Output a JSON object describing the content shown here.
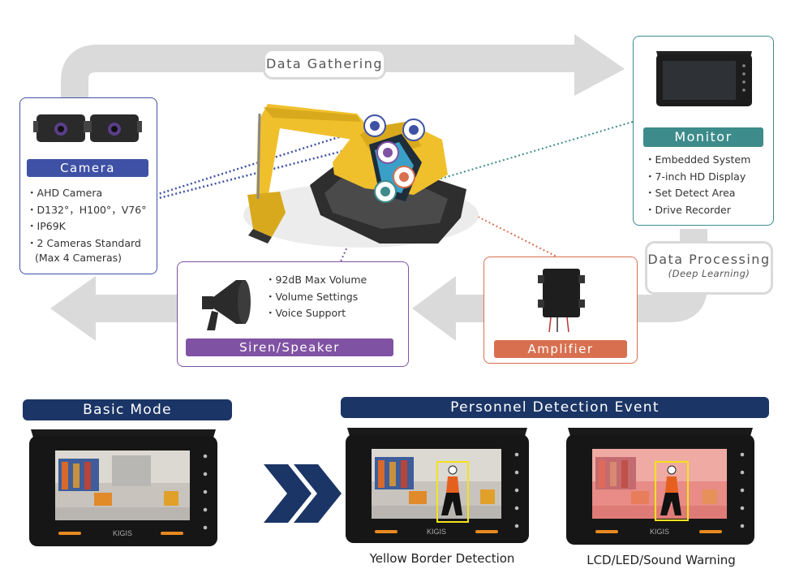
{
  "flow": {
    "data_gathering": "Data Gathering",
    "data_processing": "Data Processing",
    "data_processing_sub": "(Deep Learning)"
  },
  "camera": {
    "title": "Camera",
    "specs": [
      "AHD Camera",
      "D132°，H100°，V76°",
      "IP69K",
      "2 Cameras Standard"
    ],
    "specs_note": "(Max 4 Cameras)"
  },
  "monitor": {
    "title": "Monitor",
    "specs": [
      "Embedded System",
      "7-inch HD Display",
      "Set Detect Area",
      "Drive Recorder"
    ]
  },
  "siren": {
    "title": "Siren/Speaker",
    "specs": [
      "92dB Max Volume",
      "Volume Settings",
      "Voice Support"
    ]
  },
  "amplifier": {
    "title": "Amplifier"
  },
  "modes": {
    "basic": "Basic Mode",
    "event": "Personnel Detection Event",
    "caption_yellow": "Yellow Border Detection",
    "caption_warning": "LCD/LED/Sound Warning",
    "brand": "KIGIS"
  },
  "colors": {
    "camera": "#3f51a5",
    "monitor": "#3d8b8b",
    "siren": "#8052a3",
    "amplifier": "#d8704f",
    "navy": "#1b3566",
    "arrow_gray": "#dadada"
  }
}
